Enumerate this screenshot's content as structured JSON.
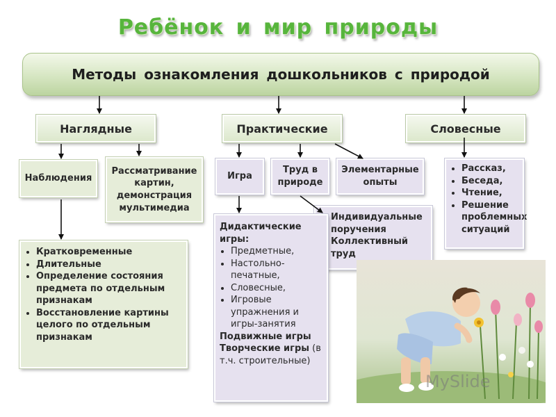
{
  "title": "Ребёнок и мир природы",
  "banner": "Методы ознакомления дошкольников с природой",
  "categories": {
    "visual": "Наглядные",
    "practical": "Практические",
    "verbal": "Словесные"
  },
  "visual": {
    "observation": "Наблюдения",
    "pictures": "Рассматривание картин, демонстрация мультимедиа",
    "observation_types": [
      "Кратковременные",
      "Длительные",
      "Определение состояния предмета по отдельным признакам",
      "Восстановление картины целого по отдельным признакам"
    ]
  },
  "practical": {
    "game": "Игра",
    "labor": "Труд в природе",
    "experiments": "Элементарные опыты",
    "labor_types": [
      "Индивидуальные поручения",
      "Коллективный труд"
    ],
    "games": {
      "didactic_heading": "Дидактические игры:",
      "didactic_items": [
        "Предметные,",
        "Настольно-печатные,",
        "Словесные,",
        "Игровые упражнения и игры-занятия"
      ],
      "mobile": "Подвижные игры",
      "creative": "Творческие игры",
      "creative_note": "(в т.ч. строительные)"
    }
  },
  "verbal": {
    "items": [
      "Рассказ,",
      "Беседа,",
      "Чтение,",
      "Решение проблемных ситуаций"
    ]
  },
  "watermark": "MySlide"
}
